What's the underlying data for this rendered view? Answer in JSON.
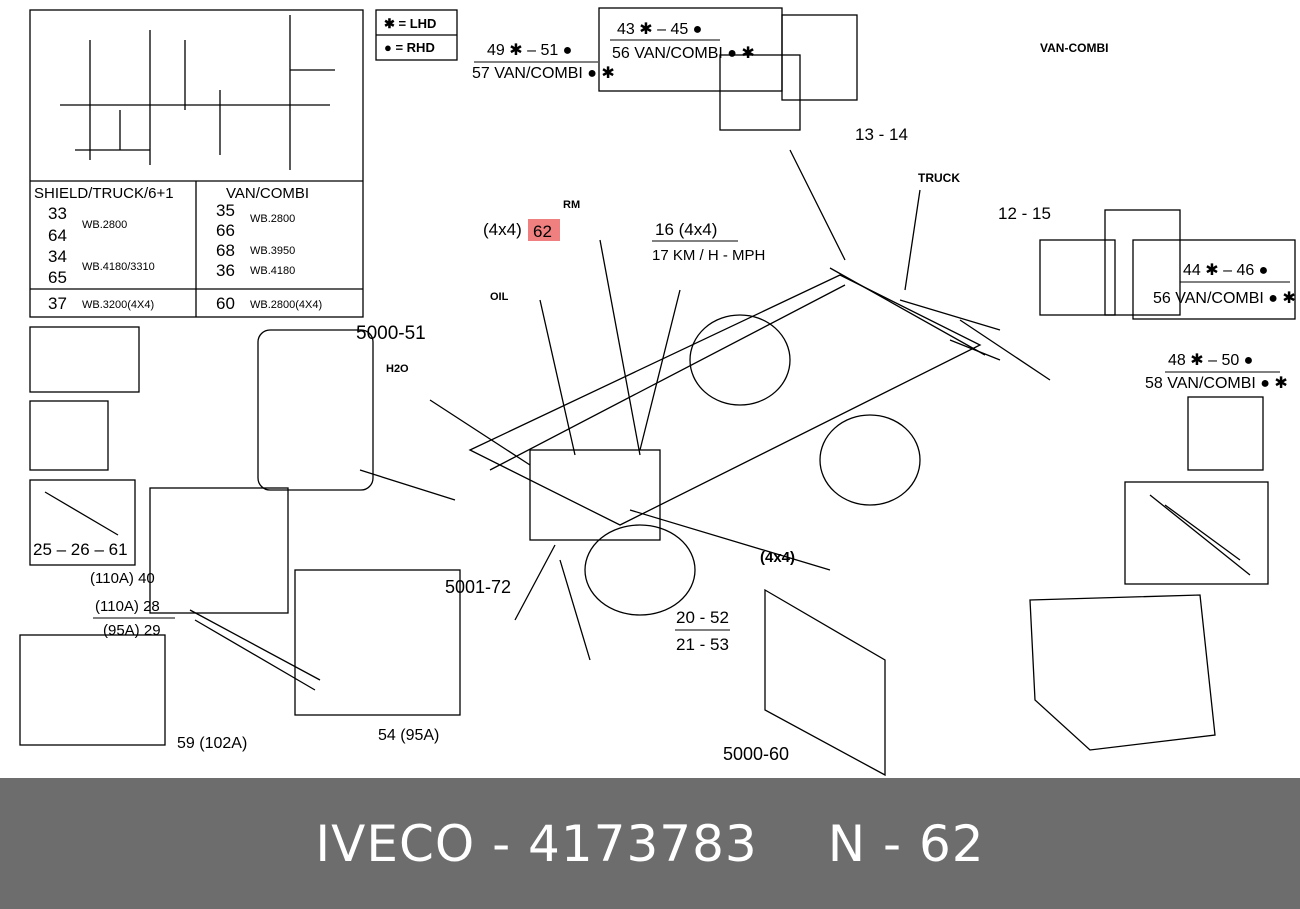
{
  "legend": {
    "lhd": "✱ = LHD",
    "rhd": "● = RHD"
  },
  "table": {
    "head_left": "SHIELD/TRUCK/6+1",
    "head_right": "VAN/COMBI",
    "rows": [
      {
        "a1": "33",
        "a2": "64",
        "aw": "WB.2800",
        "b1": "35",
        "b2": "66",
        "bw": "WB.2800"
      },
      {
        "a1": "34",
        "a2": "65",
        "aw": "WB.4180/3310",
        "b1": "68",
        "bw": "WB.3950",
        "b3": "36",
        "b3w": "WB.4180"
      },
      {
        "a1": "37",
        "aw": "WB.3200(4X4)",
        "b1": "60",
        "bw": "WB.2800(4X4)"
      }
    ]
  },
  "callouts": {
    "c49_51": "49 ✱ – 51 ●",
    "c57": "57 VAN/COMBI ● ✱",
    "c43_45": "43 ✱ – 45 ●",
    "c56a": "56 VAN/COMBI ● ✱",
    "c44_46": "44 ✱ – 46 ●",
    "c56b": "56 VAN/COMBI ● ✱",
    "c48_50": "48 ✱ – 50 ●",
    "c58": "58 VAN/COMBI ● ✱",
    "vancombi": "VAN-COMBI",
    "truck": "TRUCK",
    "rm": "RM",
    "oil": "OIL",
    "h2o": "H2O",
    "kmh": "16 (4x4)",
    "kmh2": "17 KM / H - MPH",
    "x4a": "(4x4)",
    "x4b": "(4x4)",
    "n5000_51": "5000-51",
    "n5001_72": "5001-72",
    "n5000_60": "5000-60",
    "n20_52": "20 - 52",
    "n21_53": "21 - 53",
    "n13_14": "13 - 14",
    "n12_15": "12 - 15",
    "n25": "25 – 26 – 61",
    "a110a": "(110A) 40",
    "a110b": "(110A) 28",
    "a95a": "(95A) 29",
    "a59": "59 (102A)",
    "a54": "54 (95A)"
  },
  "highlight": {
    "part_number": "62",
    "color": "#f08080"
  },
  "footer": {
    "brand_part": "IVECO - 4173783",
    "ref": "N - 62"
  }
}
